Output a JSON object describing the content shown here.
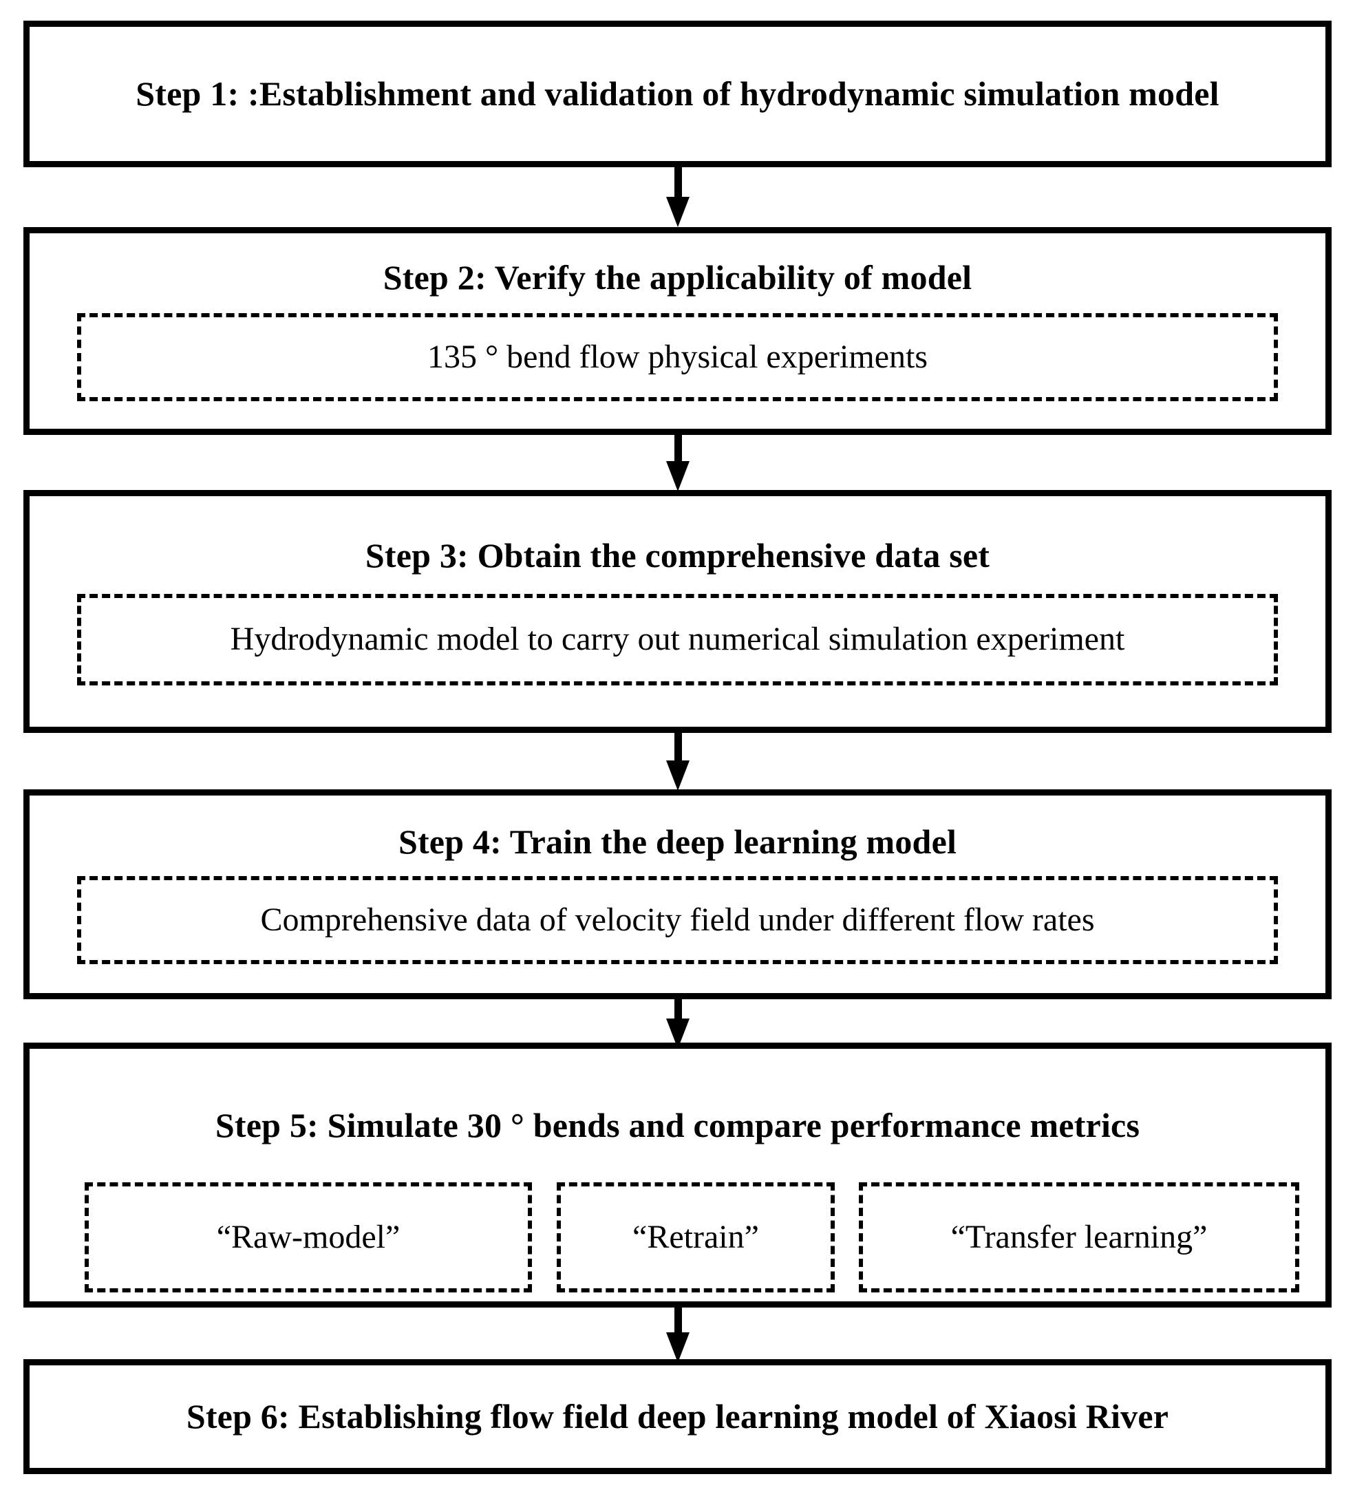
{
  "diagram": {
    "title": "Research workflow flowchart",
    "orientation": "vertical top-to-bottom",
    "colors": {
      "stroke": "#000000",
      "background": "#ffffff",
      "text": "#000000"
    },
    "steps": [
      {
        "id": "step-1",
        "title": "Step 1: :Establishment and validation of hydrodynamic simulation model",
        "sub_items": []
      },
      {
        "id": "step-2",
        "title": "Step 2: Verify the applicability of model",
        "sub_items": [
          {
            "id": "step-2-item-1",
            "label": "135 ° bend flow  physical experiments"
          }
        ]
      },
      {
        "id": "step-3",
        "title": "Step 3: Obtain the comprehensive data set",
        "sub_items": [
          {
            "id": "step-3-item-1",
            "label": "Hydrodynamic model to carry out numerical simulation experiment"
          }
        ]
      },
      {
        "id": "step-4",
        "title": "Step 4: Train the deep learning model",
        "sub_items": [
          {
            "id": "step-4-item-1",
            "label": "Comprehensive data of velocity field under different flow rates"
          }
        ]
      },
      {
        "id": "step-5",
        "title": "Step 5: Simulate 30 ° bends and compare performance metrics",
        "sub_items": [
          {
            "id": "step-5-item-1",
            "label": "“Raw-model”"
          },
          {
            "id": "step-5-item-2",
            "label": "“Retrain”"
          },
          {
            "id": "step-5-item-3",
            "label": "“Transfer learning”"
          }
        ]
      },
      {
        "id": "step-6",
        "title": "Step 6: Establishing flow field deep learning model of Xiaosi River",
        "sub_items": []
      }
    ],
    "connectors": [
      {
        "id": "arrow-1-2",
        "from": "step-1",
        "to": "step-2",
        "type": "down-arrow"
      },
      {
        "id": "arrow-2-3",
        "from": "step-2",
        "to": "step-3",
        "type": "down-arrow"
      },
      {
        "id": "arrow-3-4",
        "from": "step-3",
        "to": "step-4",
        "type": "down-arrow"
      },
      {
        "id": "arrow-4-5",
        "from": "step-4",
        "to": "step-5",
        "type": "down-arrow"
      },
      {
        "id": "arrow-5-6",
        "from": "step-5",
        "to": "step-6",
        "type": "down-arrow"
      }
    ]
  }
}
